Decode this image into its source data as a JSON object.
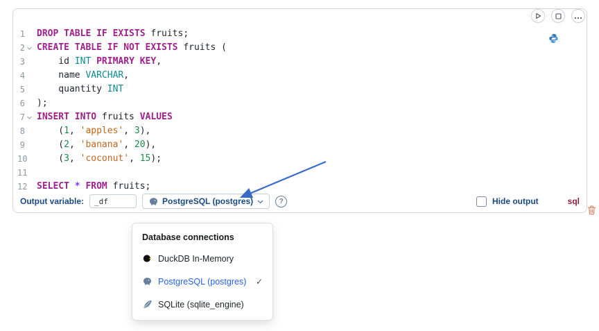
{
  "colors": {
    "accent_blue": "#2563eb",
    "keyword": "#a0218c",
    "type": "#0e8a8e",
    "string": "#c2661d",
    "number": "#1a8a4c",
    "operator": "#7c3aed",
    "line_number_gray": "#8a97a5",
    "label_navy": "#19497f",
    "lang_badge_maroon": "#8a1f3d",
    "trash_salmon": "#e08767",
    "arrow_blue": "#3a6bc9"
  },
  "cell": {
    "toolbar": {
      "run_icon": "play-icon",
      "stop_icon": "square-icon",
      "more_icon": "ellipsis-icon",
      "python_icon": "python-logo-icon"
    },
    "editor": {
      "language": "sql",
      "lines": [
        {
          "n": 1,
          "fold": false,
          "segments": [
            {
              "c": "k",
              "t": "DROP TABLE IF EXISTS"
            },
            {
              "c": "p",
              "t": " fruits;"
            }
          ]
        },
        {
          "n": 2,
          "fold": true,
          "segments": [
            {
              "c": "k",
              "t": "CREATE TABLE IF NOT EXISTS"
            },
            {
              "c": "p",
              "t": " fruits ("
            }
          ]
        },
        {
          "n": 3,
          "fold": false,
          "segments": [
            {
              "c": "p",
              "t": "    id "
            },
            {
              "c": "t",
              "t": "INT"
            },
            {
              "c": "p",
              "t": " "
            },
            {
              "c": "k",
              "t": "PRIMARY KEY"
            },
            {
              "c": "p",
              "t": ","
            }
          ]
        },
        {
          "n": 4,
          "fold": false,
          "segments": [
            {
              "c": "p",
              "t": "    name "
            },
            {
              "c": "t",
              "t": "VARCHAR"
            },
            {
              "c": "p",
              "t": ","
            }
          ]
        },
        {
          "n": 5,
          "fold": false,
          "segments": [
            {
              "c": "p",
              "t": "    quantity "
            },
            {
              "c": "t",
              "t": "INT"
            }
          ]
        },
        {
          "n": 6,
          "fold": false,
          "segments": [
            {
              "c": "p",
              "t": ");"
            }
          ]
        },
        {
          "n": 7,
          "fold": true,
          "segments": [
            {
              "c": "k",
              "t": "INSERT INTO"
            },
            {
              "c": "p",
              "t": " fruits "
            },
            {
              "c": "k",
              "t": "VALUES"
            }
          ]
        },
        {
          "n": 8,
          "fold": false,
          "segments": [
            {
              "c": "p",
              "t": "    ("
            },
            {
              "c": "n",
              "t": "1"
            },
            {
              "c": "p",
              "t": ", "
            },
            {
              "c": "s",
              "t": "'apples'"
            },
            {
              "c": "p",
              "t": ", "
            },
            {
              "c": "n",
              "t": "3"
            },
            {
              "c": "p",
              "t": "),"
            }
          ]
        },
        {
          "n": 9,
          "fold": false,
          "segments": [
            {
              "c": "p",
              "t": "    ("
            },
            {
              "c": "n",
              "t": "2"
            },
            {
              "c": "p",
              "t": ", "
            },
            {
              "c": "s",
              "t": "'banana'"
            },
            {
              "c": "p",
              "t": ", "
            },
            {
              "c": "n",
              "t": "20"
            },
            {
              "c": "p",
              "t": "),"
            }
          ]
        },
        {
          "n": 10,
          "fold": false,
          "segments": [
            {
              "c": "p",
              "t": "    ("
            },
            {
              "c": "n",
              "t": "3"
            },
            {
              "c": "p",
              "t": ", "
            },
            {
              "c": "s",
              "t": "'coconut'"
            },
            {
              "c": "p",
              "t": ", "
            },
            {
              "c": "n",
              "t": "15"
            },
            {
              "c": "p",
              "t": ");"
            }
          ]
        },
        {
          "n": 11,
          "fold": false,
          "segments": []
        },
        {
          "n": 12,
          "fold": false,
          "segments": [
            {
              "c": "k",
              "t": "SELECT"
            },
            {
              "c": "p",
              "t": " "
            },
            {
              "c": "o",
              "t": "*"
            },
            {
              "c": "p",
              "t": " "
            },
            {
              "c": "k",
              "t": "FROM"
            },
            {
              "c": "p",
              "t": " fruits;"
            }
          ]
        }
      ]
    },
    "footer": {
      "output_variable_label": "Output variable:",
      "output_variable_value": "_df",
      "connection": {
        "selected_label": "PostgreSQL (postgres)",
        "icon": "postgresql-elephant-icon"
      },
      "help_icon": "?",
      "hide_output_label": "Hide output",
      "hide_output_checked": false,
      "language_badge": "sql"
    }
  },
  "menu": {
    "header": "Database connections",
    "items": [
      {
        "label": "DuckDB In-Memory",
        "icon": "duckdb-icon",
        "selected": false
      },
      {
        "label": "PostgreSQL (postgres)",
        "icon": "postgresql-elephant-icon",
        "selected": true,
        "check": "✓"
      },
      {
        "label": "SQLite (sqlite_engine)",
        "icon": "sqlite-feather-icon",
        "selected": false
      }
    ]
  }
}
